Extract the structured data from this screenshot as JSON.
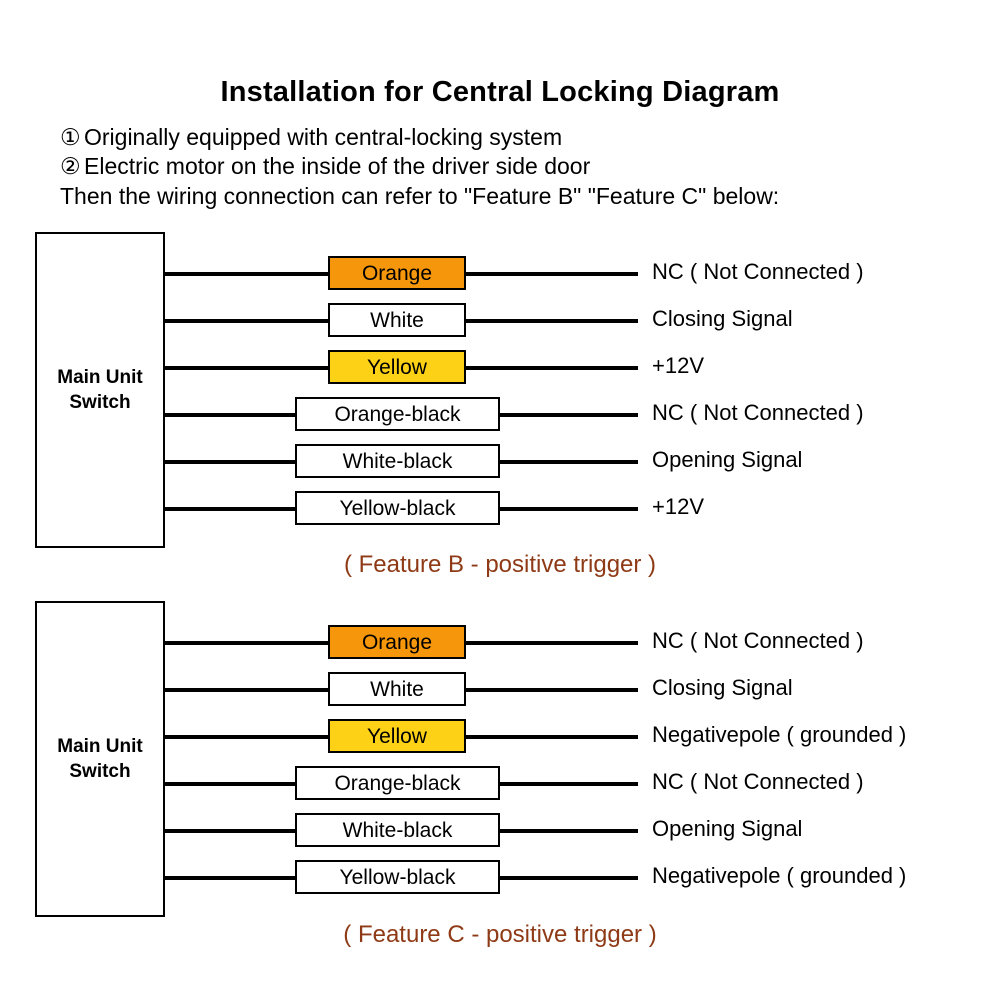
{
  "header": {
    "title": "Installation for Central Locking Diagram",
    "notes": [
      {
        "marker": "①",
        "text": "Originally equipped with central-locking system"
      },
      {
        "marker": "②",
        "text": "Electric motor on the inside of the driver side door"
      }
    ],
    "closing_line": "Then the wiring connection can refer to \"Feature B\" \"Feature C\" below:"
  },
  "colors": {
    "orange": "#F5960B",
    "yellow": "#FCD116",
    "white": "#FFFFFF",
    "line": "#000000",
    "caption": "#8F3A16"
  },
  "diagrams": [
    {
      "id": "feature-b",
      "unit_label": "Main Unit\nSwitch",
      "caption": "( Feature B - positive trigger )",
      "rows": [
        {
          "wire": "Orange",
          "swatch": "orange",
          "width": "narrow",
          "function": "NC ( Not Connected )"
        },
        {
          "wire": "White",
          "swatch": "white",
          "width": "narrow",
          "function": "Closing Signal"
        },
        {
          "wire": "Yellow",
          "swatch": "yellow",
          "width": "narrow",
          "function": "+12V"
        },
        {
          "wire": "Orange-black",
          "swatch": "white",
          "width": "wide",
          "function": "NC ( Not Connected )"
        },
        {
          "wire": "White-black",
          "swatch": "white",
          "width": "wide",
          "function": "Opening Signal"
        },
        {
          "wire": "Yellow-black",
          "swatch": "white",
          "width": "wide",
          "function": "+12V"
        }
      ]
    },
    {
      "id": "feature-c",
      "unit_label": "Main Unit\nSwitch",
      "caption": "( Feature C - positive trigger )",
      "rows": [
        {
          "wire": "Orange",
          "swatch": "orange",
          "width": "narrow",
          "function": "NC ( Not Connected )"
        },
        {
          "wire": "White",
          "swatch": "white",
          "width": "narrow",
          "function": "Closing Signal"
        },
        {
          "wire": "Yellow",
          "swatch": "yellow",
          "width": "narrow",
          "function": "Negativepole ( grounded )"
        },
        {
          "wire": "Orange-black",
          "swatch": "white",
          "width": "wide",
          "function": "NC ( Not Connected )"
        },
        {
          "wire": "White-black",
          "swatch": "white",
          "width": "wide",
          "function": "Opening Signal"
        },
        {
          "wire": "Yellow-black",
          "swatch": "white",
          "width": "wide",
          "function": "Negativepole ( grounded )"
        }
      ]
    }
  ]
}
